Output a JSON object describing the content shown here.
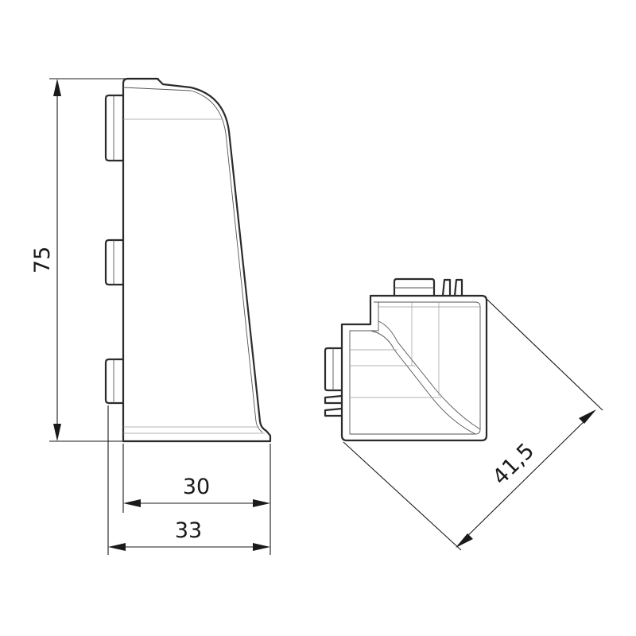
{
  "dimensions": {
    "height_label": "75",
    "inner_width_label": "30",
    "outer_width_label": "33",
    "diagonal_label": "41,5"
  }
}
